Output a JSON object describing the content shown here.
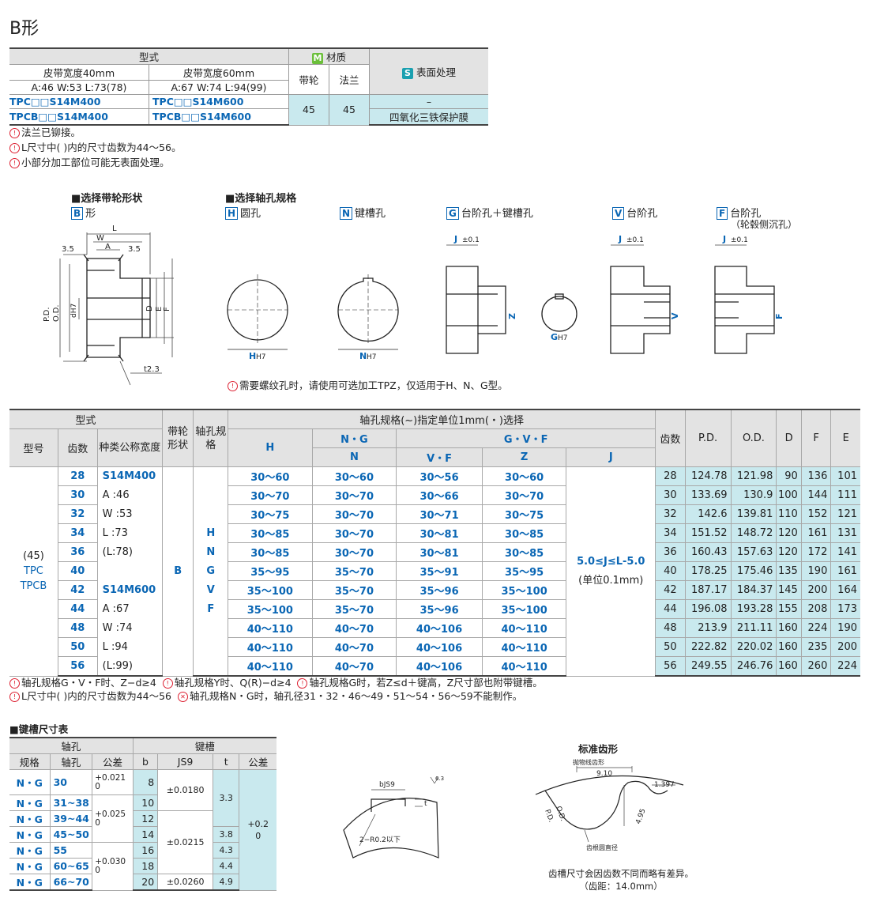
{
  "page_title": "B形",
  "top_table": {
    "h_type": "型式",
    "h_material": "材质",
    "h_surface": "表面处理",
    "h_belt40": "皮带宽度40mm",
    "h_belt60": "皮带宽度60mm",
    "h_pulley": "带轮",
    "h_flange": "法兰",
    "dims40": "A:46 W:53 L:73(78)",
    "dims60": "A:67 W:74 L:94(99)",
    "r1_a": "TPC□□S14M400",
    "r1_b": "TPC□□S14M600",
    "r2_a": "TPCB□□S14M400",
    "r2_b": "TPCB□□S14M600",
    "mat_pulley": "45",
    "mat_flange": "45",
    "surf1": "–",
    "surf2": "四氧化三铁保护膜",
    "tag_m": "M",
    "tag_s": "S"
  },
  "notes_top": [
    "法兰已铆接。",
    "L尺寸中( )内的尺寸齿数为44～56。",
    "小部分加工部位可能无表面处理。"
  ],
  "select": {
    "shape_title": "■选择带轮形状",
    "shape_code": "B",
    "shape_label": "形",
    "bore_title": "■选择轴孔规格",
    "opts": [
      {
        "code": "H",
        "label": "圆孔"
      },
      {
        "code": "N",
        "label": "键槽孔"
      },
      {
        "code": "G",
        "label": "台阶孔＋键槽孔"
      },
      {
        "code": "V",
        "label": "台阶孔"
      },
      {
        "code": "F",
        "label": "台阶孔"
      }
    ],
    "f_sub": "（轮毂侧沉孔）",
    "tpz_note": "需要螺纹孔时，请使用可选加工TPZ，仅适用于H、N、G型。"
  },
  "diagram_labels": {
    "L": "L",
    "W": "W",
    "A": "A",
    "d35a": "3.5",
    "d35b": "3.5",
    "PD": "P.D.",
    "OD": "O.D.",
    "dH7": "dH7",
    "D": "D",
    "E": "E",
    "F": "F",
    "t23": "t2.3",
    "H": "H",
    "N": "N",
    "G": "G",
    "Z": "Z",
    "V": "V",
    "Fh": "F",
    "H7": "H7",
    "J": "J",
    "pm": "±0.1"
  },
  "main_table": {
    "h_type": "型式",
    "h_model": "型号",
    "h_teeth": "齿数",
    "h_kind": "种类公称宽度",
    "h_shape": "带轮形状",
    "h_bore": "轴孔规格",
    "h_spec": "轴孔规格(~)指定单位1mm(・)选择",
    "h_H": "H",
    "h_NG": "N・G",
    "h_GVF": "G・V・F",
    "h_N": "N",
    "h_VF": "V・F",
    "h_Z": "Z",
    "h_J": "J",
    "h_teeth2": "齿数",
    "h_PD": "P.D.",
    "h_OD": "O.D.",
    "h_D": "D",
    "h_F": "F",
    "h_E": "E",
    "model_45": "(45)",
    "model_tpc": "TPC",
    "model_tpcb": "TPCB",
    "shape": "B",
    "bore_codes": [
      "H",
      "N",
      "G",
      "V",
      "F"
    ],
    "j_range": "5.0≤J≤L-5.0",
    "j_unit": "(单位0.1mm)",
    "kind": [
      "S14M400",
      "A :46",
      "W :53",
      "L :73",
      "(L:78)",
      "",
      "S14M600",
      "A :67",
      "W :74",
      "L :94",
      "(L:99)"
    ],
    "rows": [
      {
        "t": "28",
        "H": "30～60",
        "N": "30～60",
        "VF": "30～56",
        "Z": "30～60",
        "PD": "124.78",
        "OD": "121.98",
        "D": "90",
        "F": "136",
        "E": "101"
      },
      {
        "t": "30",
        "H": "30～70",
        "N": "30～70",
        "VF": "30～66",
        "Z": "30～70",
        "PD": "133.69",
        "OD": "130.9",
        "D": "100",
        "F": "144",
        "E": "111"
      },
      {
        "t": "32",
        "H": "30～75",
        "N": "30～70",
        "VF": "30～71",
        "Z": "30～75",
        "PD": "142.6",
        "OD": "139.81",
        "D": "110",
        "F": "152",
        "E": "121"
      },
      {
        "t": "34",
        "H": "30～85",
        "N": "30～70",
        "VF": "30～81",
        "Z": "30～85",
        "PD": "151.52",
        "OD": "148.72",
        "D": "120",
        "F": "161",
        "E": "131"
      },
      {
        "t": "36",
        "H": "30～85",
        "N": "30～70",
        "VF": "30～81",
        "Z": "30～85",
        "PD": "160.43",
        "OD": "157.63",
        "D": "120",
        "F": "172",
        "E": "141"
      },
      {
        "t": "40",
        "H": "35～95",
        "N": "35～70",
        "VF": "35～91",
        "Z": "35～95",
        "PD": "178.25",
        "OD": "175.46",
        "D": "135",
        "F": "190",
        "E": "161"
      },
      {
        "t": "42",
        "H": "35～100",
        "N": "35～70",
        "VF": "35～96",
        "Z": "35～100",
        "PD": "187.17",
        "OD": "184.37",
        "D": "145",
        "F": "200",
        "E": "164"
      },
      {
        "t": "44",
        "H": "35～100",
        "N": "35～70",
        "VF": "35～96",
        "Z": "35～100",
        "PD": "196.08",
        "OD": "193.28",
        "D": "155",
        "F": "208",
        "E": "173"
      },
      {
        "t": "48",
        "H": "40～110",
        "N": "40～70",
        "VF": "40～106",
        "Z": "40～110",
        "PD": "213.9",
        "OD": "211.11",
        "D": "160",
        "F": "224",
        "E": "190"
      },
      {
        "t": "50",
        "H": "40～110",
        "N": "40～70",
        "VF": "40～106",
        "Z": "40～110",
        "PD": "222.82",
        "OD": "220.02",
        "D": "160",
        "F": "235",
        "E": "200"
      },
      {
        "t": "56",
        "H": "40～110",
        "N": "40～70",
        "VF": "40～106",
        "Z": "40～110",
        "PD": "249.55",
        "OD": "246.76",
        "D": "160",
        "F": "260",
        "E": "224"
      }
    ]
  },
  "notes_mid": {
    "n1": "轴孔规格G・V・F时、Z−d≥4",
    "n2": "轴孔规格Y时、Q(R)−d≥4",
    "n3": "轴孔规格G时，若Z≤d＋键高，Z尺寸部也附带键槽。",
    "n4": "L尺寸中( )内的尺寸齿数为44～56",
    "n5": "轴孔规格N・G时，轴孔径31・32・46～49・51～54・56～59不能制作。"
  },
  "key_table": {
    "title": "■键槽尺寸表",
    "h_bore": "轴孔",
    "h_key": "键槽",
    "h_spec": "规格",
    "h_bore2": "轴孔",
    "h_tol": "公差",
    "h_b": "b",
    "h_js9": "JS9",
    "h_t": "t",
    "h_tol2": "公差",
    "rows": [
      {
        "s": "N・G",
        "d": "30",
        "b": "8"
      },
      {
        "s": "N・G",
        "d": "31~38",
        "b": "10"
      },
      {
        "s": "N・G",
        "d": "39~44",
        "b": "12"
      },
      {
        "s": "N・G",
        "d": "45~50",
        "b": "14"
      },
      {
        "s": "N・G",
        "d": "55",
        "b": "16"
      },
      {
        "s": "N・G",
        "d": "60~65",
        "b": "18"
      },
      {
        "s": "N・G",
        "d": "66~70",
        "b": "20"
      }
    ],
    "tol1a": "+0.021",
    "tol1b": "0",
    "tol2a": "+0.025",
    "tol2b": "0",
    "tol3a": "+0.030",
    "tol3b": "0",
    "js1": "±0.0180",
    "js2": "±0.0215",
    "js3": "±0.0260",
    "t1": "3.3",
    "t2": "3.8",
    "t3": "4.3",
    "t4": "4.4",
    "t5": "4.9",
    "ttol_a": "+0.2",
    "ttol_b": "0"
  },
  "key_diagram": {
    "bjs9": "bJS9",
    "t": "t",
    "r02": "2−R0.2以下",
    "rough": "6.3"
  },
  "tooth": {
    "title": "标准齿形",
    "parabola": "抛物线齿形",
    "d910": "9.10",
    "d1397": "1.397",
    "d495": "4.95",
    "pd": "P.D.",
    "od": "O.D.",
    "root": "齿根圆直径",
    "note1": "齿槽尺寸会因齿数不同而略有差异。",
    "note2": "（齿距：14.0mm）"
  }
}
